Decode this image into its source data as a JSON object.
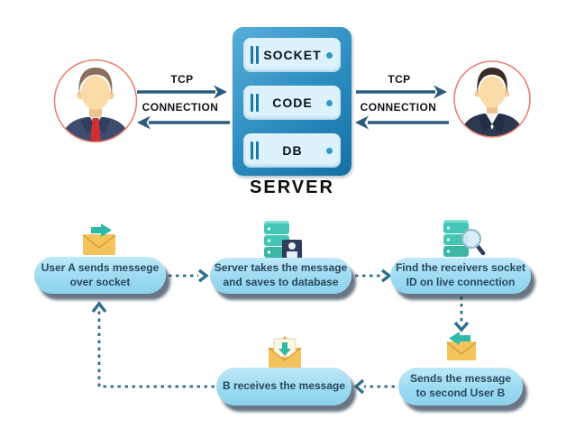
{
  "title": "socket server communication diagram",
  "colors": {
    "server_gradient_top": "#57AEDA",
    "server_gradient_bottom": "#146FA4",
    "slot_bg": "#DDF2FC",
    "pill_bg": "#9CDBF2",
    "pill_text": "#2A4760",
    "solid_arrow": "#2A5B7E",
    "dashed_connector": "#2E6E8D",
    "avatar_ring": "#EC8070",
    "envelope_yellow": "#F4C45C",
    "icon_teal": "#2FB9A8",
    "database_teal": "#45C6B4",
    "floppy_navy": "#2E3D5C"
  },
  "top": {
    "server": {
      "label": "SERVER",
      "slots": [
        {
          "label": "SOCKET"
        },
        {
          "label": "CODE"
        },
        {
          "label": "DB"
        }
      ]
    },
    "left_link": {
      "protocol": "TCP",
      "connection": "CONNECTION"
    },
    "right_link": {
      "protocol": "TCP",
      "connection": "CONNECTION"
    },
    "user_a_icon": "businessman-red-tie-avatar",
    "user_b_icon": "businessman-dark-suit-avatar"
  },
  "flow": {
    "steps": [
      {
        "icon": "envelope-send-right-icon",
        "lines": [
          "User A sends messege",
          "over socket"
        ]
      },
      {
        "icon": "database-save-icon",
        "lines": [
          "Server takes the message",
          "and saves to database"
        ]
      },
      {
        "icon": "database-search-icon",
        "lines": [
          "Find the receivers socket",
          "ID on live connection"
        ]
      },
      {
        "icon": "envelope-send-left-icon",
        "lines": [
          "Sends the message",
          "to second User B"
        ]
      },
      {
        "icon": "envelope-open-down-icon",
        "lines": [
          "B receives the message"
        ]
      }
    ]
  }
}
